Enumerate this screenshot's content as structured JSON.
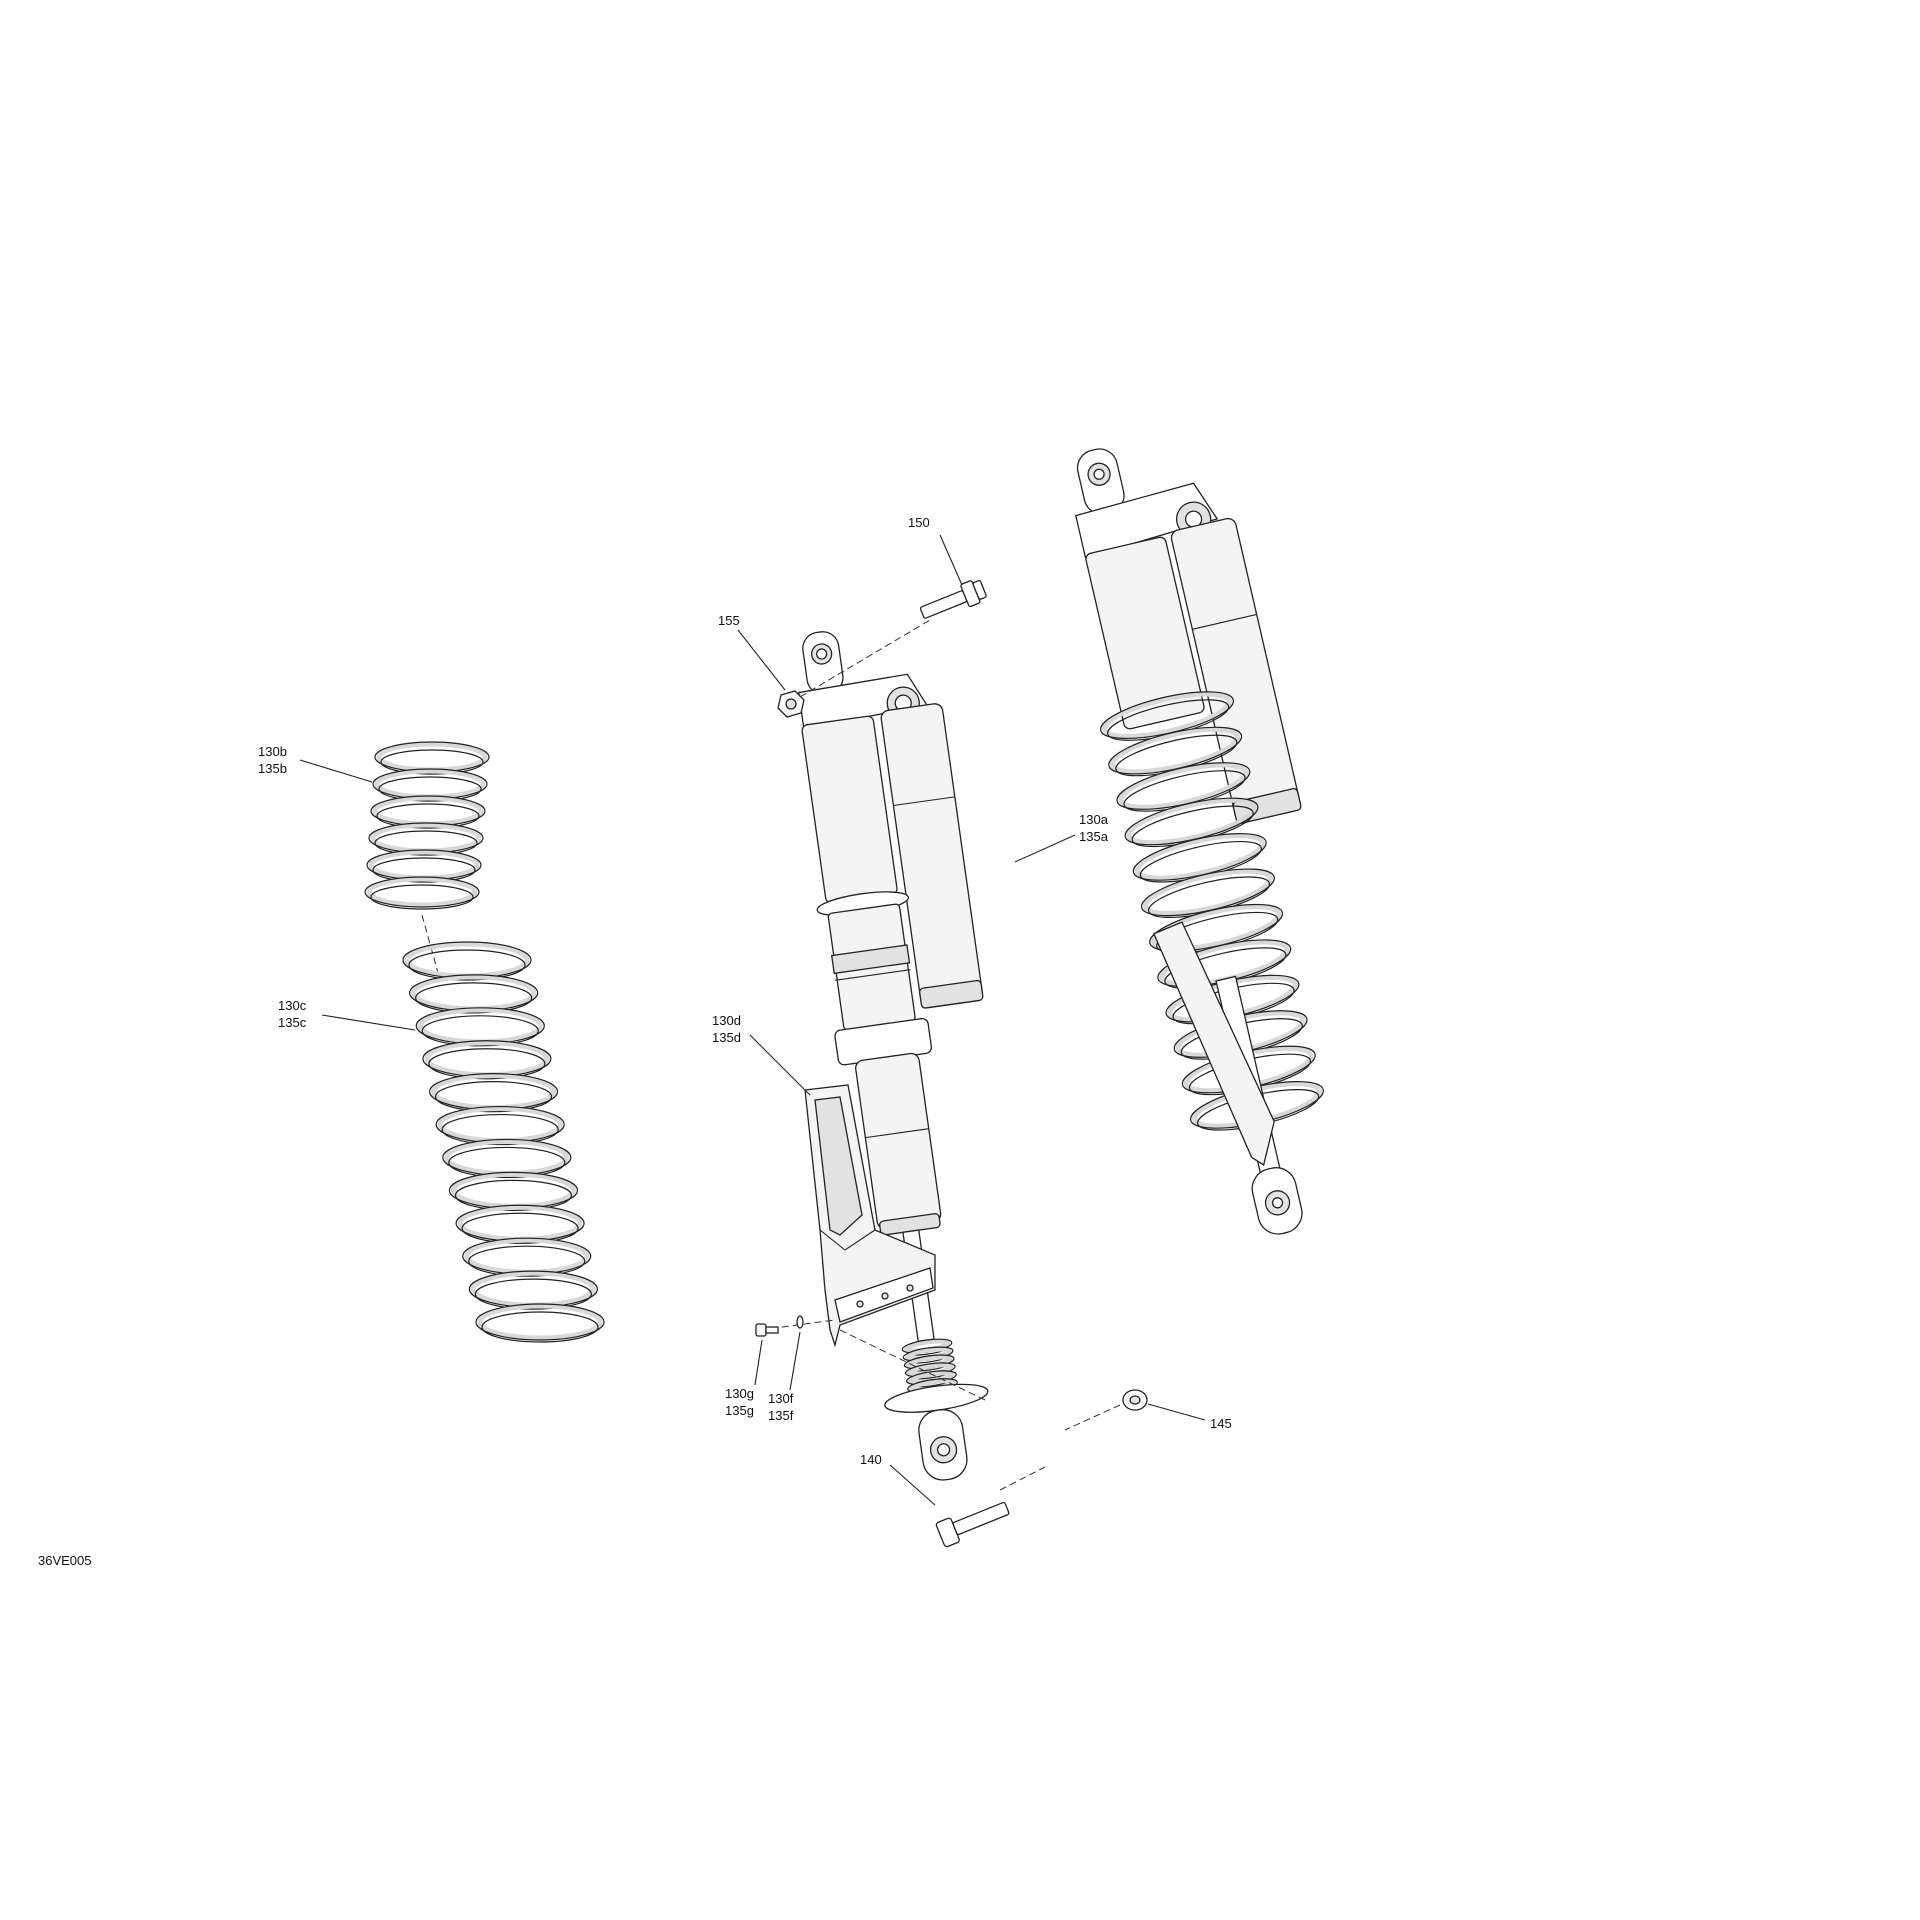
{
  "callouts": {
    "c150": "150",
    "c155": "155",
    "c130b": "130b",
    "c135b": "135b",
    "c130a": "130a",
    "c135a": "135a",
    "c130c": "130c",
    "c135c": "135c",
    "c130d": "130d",
    "c135d": "135d",
    "c130g": "130g",
    "c135g": "135g",
    "c130f": "130f",
    "c135f": "135f",
    "c145": "145",
    "c140": "140"
  },
  "drawing_id": "36VE005"
}
